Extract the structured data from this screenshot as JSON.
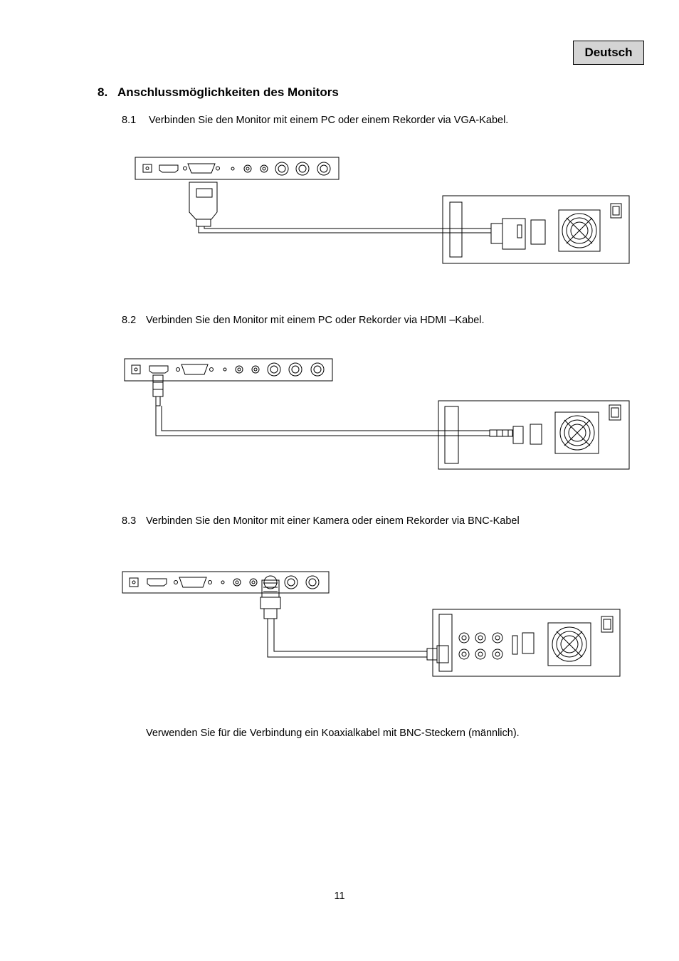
{
  "header": {
    "language_badge": "Deutsch"
  },
  "section": {
    "number": "8.",
    "title": "Anschlussmöglichkeiten des Monitors"
  },
  "steps": [
    {
      "number": "8.1",
      "text": "Verbinden Sie den Monitor mit einem PC oder einem Rekorder via VGA-Kabel."
    },
    {
      "number": "8.2",
      "text": "Verbinden Sie den Monitor mit einem PC oder Rekorder via HDMI –Kabel."
    },
    {
      "number": "8.3",
      "text": "Verbinden Sie den Monitor mit einer Kamera oder einem Rekorder via BNC-Kabel"
    }
  ],
  "note": "Verwenden Sie für die Verbindung ein Koaxialkabel mit BNC-Steckern (männlich).",
  "page_number": "11"
}
